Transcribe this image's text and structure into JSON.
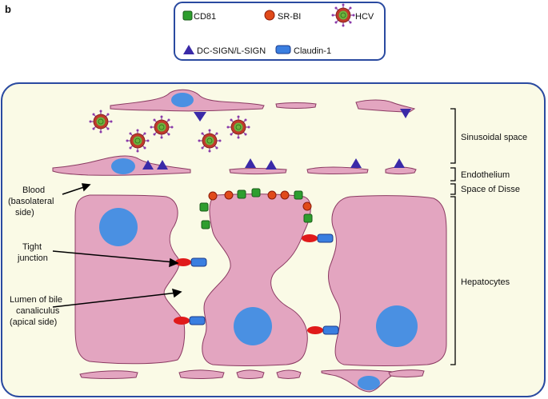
{
  "panel_label": "b",
  "legend": {
    "cd81": "CD81",
    "srbi": "SR-BI",
    "hcv": "HCV",
    "dcsign": "DC-SIGN/L-SIGN",
    "claudin": "Claudin-1"
  },
  "labels": {
    "blood_1": "Blood",
    "blood_2": "(basolateral",
    "blood_3": "side)",
    "tight_1": "Tight",
    "tight_2": "junction",
    "lumen_1": "Lumen of bile",
    "lumen_2": "canaliculus",
    "lumen_3": "(apical side)",
    "sinusoidal": "Sinusoidal space",
    "endothelium": "Endothelium",
    "disse": "Space of Disse",
    "hepatocytes": "Hepatocytes"
  },
  "colors": {
    "cell_fill": "#e3a5c0",
    "cell_stroke": "#8b3a62",
    "nucleus": "#4a90e2",
    "background": "#fafae6",
    "frame": "#2a4aa0",
    "cd81": "#2e9e2e",
    "srbi": "#e04a1a",
    "dcsign": "#3a2aa8",
    "claudin": "#3a7ee0"
  }
}
